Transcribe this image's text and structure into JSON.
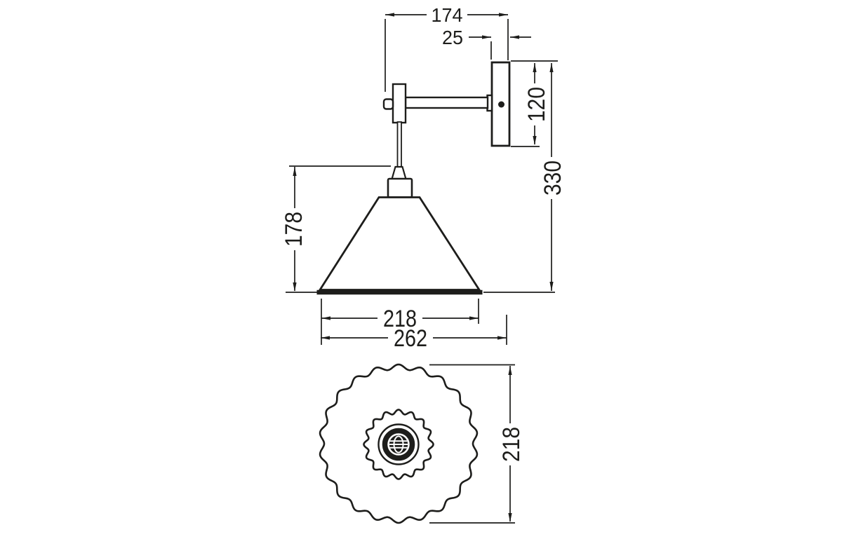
{
  "meta": {
    "background_color": "#ffffff",
    "line_color": "#1d1d1b"
  },
  "side_view": {
    "label_depth_overall": "174",
    "label_backplate_depth": "25",
    "label_backplate_height": "120",
    "label_height_overall": "330",
    "label_shade_height": "178",
    "label_shade_diameter": "218",
    "label_width_overall": "262"
  },
  "bottom_view": {
    "label_shade_diameter": "218"
  }
}
